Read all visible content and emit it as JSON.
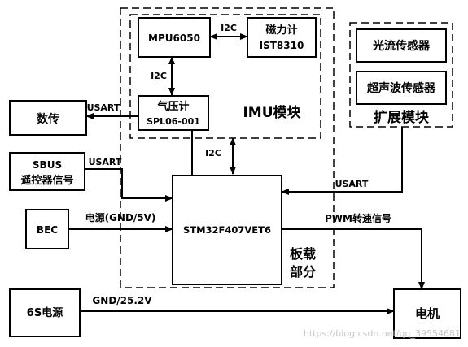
{
  "blocks": {
    "mpu": "MPU6050",
    "mag_line1": "磁力计",
    "mag_line2": "IST8310",
    "baro_line1": "气压计",
    "baro_line2": "SPL06-001",
    "imu_group": "IMU模块",
    "optical_flow": "光流传感器",
    "ultrasonic": "超声波传感器",
    "ext_group": "扩展模块",
    "telemetry": "数传",
    "sbus_line1": "SBUS",
    "sbus_line2": "遥控器信号",
    "bec": "BEC",
    "mcu": "STM32F407VET6",
    "board_line1": "板载",
    "board_line2": "部分",
    "battery": "6S电源",
    "motor": "电机"
  },
  "labels": {
    "i2c_mpu_mag": "I2C",
    "i2c_mpu_baro": "I2C",
    "i2c_imu_mcu": "I2C",
    "usart_telemetry": "USART",
    "usart_sbus": "USART",
    "usart_ext": "USART",
    "power": "电源(GND/5V)",
    "pwm": "PWM转速信号",
    "battery_power": "GND/25.2V"
  },
  "watermark": "https://blog.csdn.net/qq_39554681"
}
